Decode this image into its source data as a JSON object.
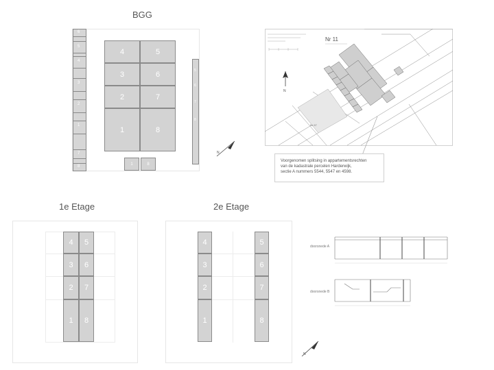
{
  "headings": {
    "bgg": "BGG",
    "etage1": "1e Etage",
    "etage2": "2e Etage"
  },
  "bgg_plan": {
    "main_units": [
      "4",
      "5",
      "3",
      "6",
      "2",
      "7",
      "1",
      "8"
    ],
    "left_strip_numbers": [
      "6",
      "5",
      "4",
      "3",
      "2",
      "1",
      "7",
      "8"
    ],
    "right_strip_numbers": [
      "5",
      "6",
      "7",
      "8"
    ],
    "bottom_boxes": [
      "1",
      "8"
    ]
  },
  "etage1_plan": {
    "units": [
      "4",
      "5",
      "3",
      "6",
      "2",
      "7",
      "1",
      "8"
    ]
  },
  "etage2_plan": {
    "left_units": [
      "4",
      "3",
      "2",
      "1"
    ],
    "right_units": [
      "5",
      "6",
      "7",
      "8"
    ]
  },
  "situation_map": {
    "title": "Nr 11",
    "note_lines": [
      "Voorgenomen splitsing in appartementsrechten",
      "van de kadastrale percelen Harderwijk,",
      "sectie A nummers 5544, 5547 en 4598."
    ],
    "north_label": "N",
    "parcel_label": "Nr 67"
  },
  "sections": {
    "label_a": "doorsnede A",
    "label_b": "doorsnede B"
  },
  "colors": {
    "unit_fill": "#d3d3d3",
    "unit_stroke": "#8a8a8a",
    "line": "#777777"
  }
}
